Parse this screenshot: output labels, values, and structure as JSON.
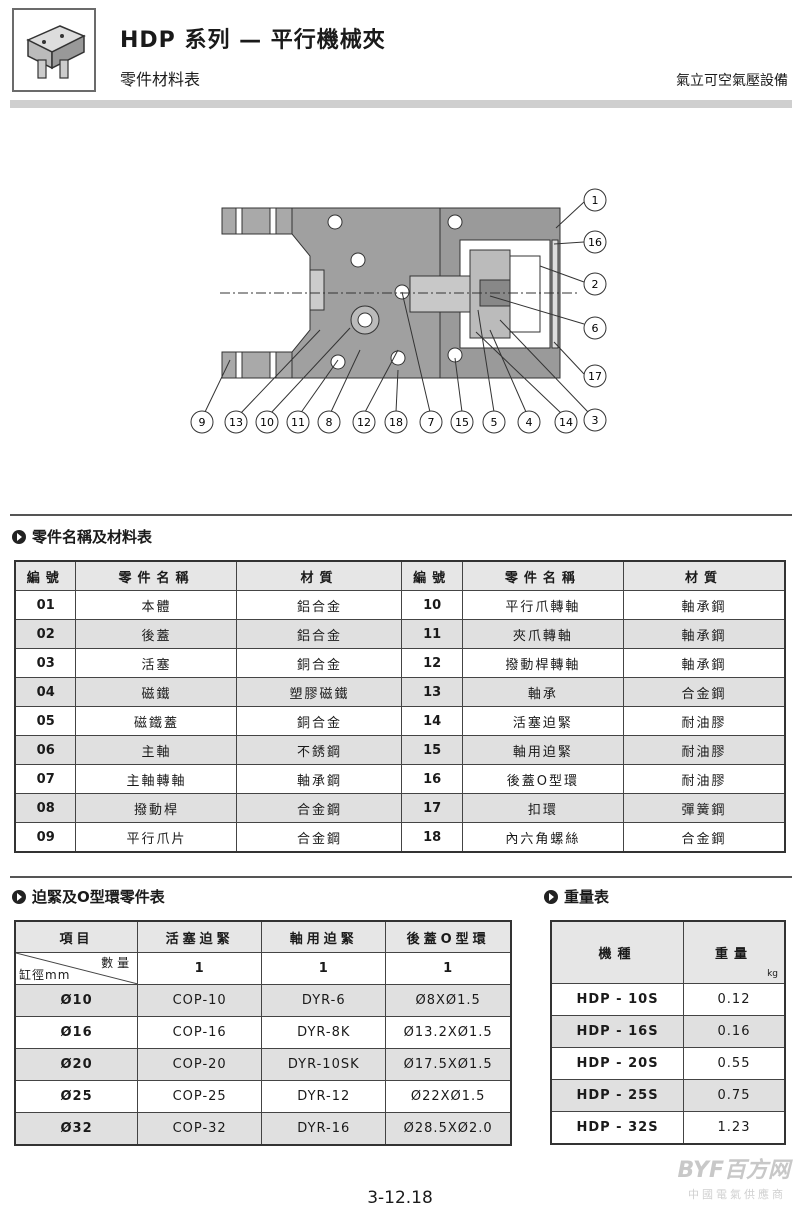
{
  "header": {
    "title": "HDP 系列 — 平行機械夾",
    "subtitle": "零件材料表",
    "company": "氣立可空氣壓設備"
  },
  "diagram": {
    "callouts": [
      "1",
      "16",
      "2",
      "6",
      "17",
      "3",
      "9",
      "13",
      "10",
      "11",
      "8",
      "12",
      "18",
      "7",
      "15",
      "5",
      "4",
      "14"
    ]
  },
  "parts_section": {
    "title": "零件名稱及材料表",
    "headers": [
      "編號",
      "零件名稱",
      "材質",
      "編號",
      "零件名稱",
      "材質"
    ],
    "rows": [
      [
        "01",
        "本體",
        "鋁合金",
        "10",
        "平行爪轉軸",
        "軸承鋼"
      ],
      [
        "02",
        "後蓋",
        "鋁合金",
        "11",
        "夾爪轉軸",
        "軸承鋼"
      ],
      [
        "03",
        "活塞",
        "銅合金",
        "12",
        "撥動桿轉軸",
        "軸承鋼"
      ],
      [
        "04",
        "磁鐵",
        "塑膠磁鐵",
        "13",
        "軸承",
        "合金鋼"
      ],
      [
        "05",
        "磁鐵蓋",
        "銅合金",
        "14",
        "活塞迫緊",
        "耐油膠"
      ],
      [
        "06",
        "主軸",
        "不銹鋼",
        "15",
        "軸用迫緊",
        "耐油膠"
      ],
      [
        "07",
        "主軸轉軸",
        "軸承鋼",
        "16",
        "後蓋O型環",
        "耐油膠"
      ],
      [
        "08",
        "撥動桿",
        "合金鋼",
        "17",
        "扣環",
        "彈簧鋼"
      ],
      [
        "09",
        "平行爪片",
        "合金鋼",
        "18",
        "內六角螺絲",
        "合金鋼"
      ]
    ]
  },
  "seal_section": {
    "title": "迫緊及O型環零件表",
    "headers": [
      "項目",
      "活塞迫緊",
      "軸用迫緊",
      "後蓋O型環"
    ],
    "qty_label": "數量",
    "bore_label": "缸徑mm",
    "qty": [
      "1",
      "1",
      "1"
    ],
    "rows": [
      [
        "Ø10",
        "COP-10",
        "DYR-6",
        "Ø8XØ1.5"
      ],
      [
        "Ø16",
        "COP-16",
        "DYR-8K",
        "Ø13.2XØ1.5"
      ],
      [
        "Ø20",
        "COP-20",
        "DYR-10SK",
        "Ø17.5XØ1.5"
      ],
      [
        "Ø25",
        "COP-25",
        "DYR-12",
        "Ø22XØ1.5"
      ],
      [
        "Ø32",
        "COP-32",
        "DYR-16",
        "Ø28.5XØ2.0"
      ]
    ]
  },
  "weight_section": {
    "title": "重量表",
    "headers": [
      "機種",
      "重量"
    ],
    "unit": "kg",
    "rows": [
      [
        "HDP - 10S",
        "0.12"
      ],
      [
        "HDP - 16S",
        "0.16"
      ],
      [
        "HDP - 20S",
        "0.55"
      ],
      [
        "HDP - 25S",
        "0.75"
      ],
      [
        "HDP - 32S",
        "1.23"
      ]
    ]
  },
  "footer": {
    "page_number": "3-12.18",
    "watermark": "BYF百方网",
    "watermark_sub": "中國電氣供應商"
  }
}
